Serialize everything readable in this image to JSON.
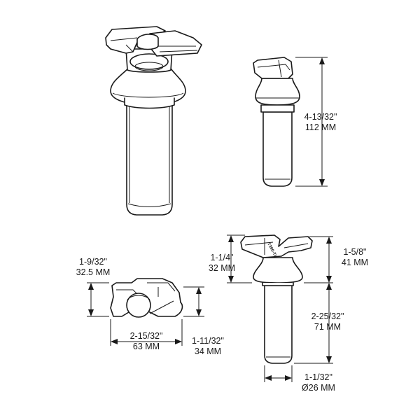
{
  "part_stamp": "T390-TL",
  "dimensions": {
    "overall_height": {
      "imperial": "4-13/32\"",
      "metric": "112 MM"
    },
    "top_width": {
      "imperial": "1-9/32\"",
      "metric": "32.5 MM"
    },
    "top_length": {
      "imperial": "2-15/32\"",
      "metric": "63 MM"
    },
    "top_depth": {
      "imperial": "1-11/32\"",
      "metric": "34 MM"
    },
    "head_height": {
      "imperial": "1-1/4\"",
      "metric": "32 MM"
    },
    "collar_height": {
      "imperial": "1-5/8\"",
      "metric": "41 MM"
    },
    "shank_length": {
      "imperial": "2-25/32\"",
      "metric": "71 MM"
    },
    "shank_diameter": {
      "imperial": "1-1/32\"",
      "metric": "Ø26 MM"
    }
  }
}
